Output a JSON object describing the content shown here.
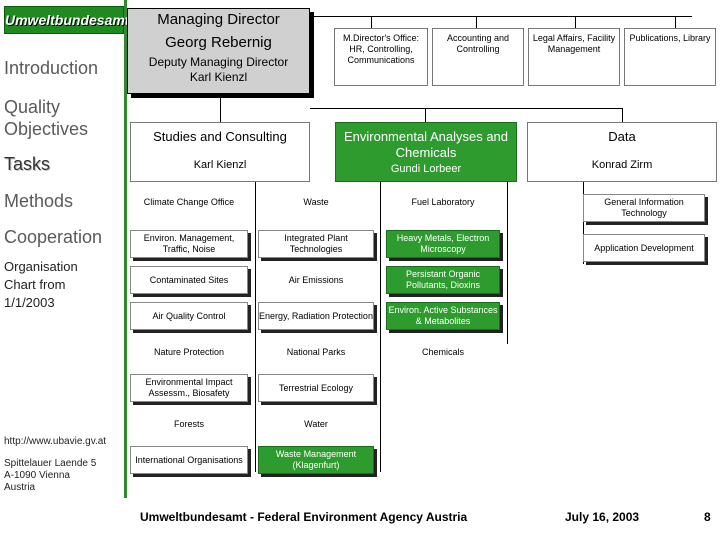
{
  "sidebar": {
    "logo": "Umweltbundesamt",
    "nav": [
      "Introduction",
      "Quality Objectives",
      "Tasks",
      "Methods",
      "Cooperation"
    ],
    "active": "Tasks",
    "note": [
      "Organisation",
      "Chart from",
      "1/1/2003"
    ],
    "url": "http://www.ubavie.gv.at",
    "address": [
      "Spittelauer Laende 5",
      "A-1090 Vienna",
      "Austria"
    ]
  },
  "managing_director": {
    "title": "Managing Director",
    "name": "Georg Rebernig",
    "deputy_title": "Deputy Managing Director",
    "deputy_name": "Karl Kienzl"
  },
  "departments": [
    "M.Director's Office: HR, Controlling, Communications",
    "Accounting and Controlling",
    "Legal Affairs, Facility Management",
    "Publications, Library"
  ],
  "divisions": [
    {
      "title": "Studies and Consulting",
      "head": "Karl Kienzl",
      "highlight": false
    },
    {
      "title": "Environmental Analyses and Chemicals",
      "head": "Gundi Lorbeer",
      "highlight": true
    },
    {
      "title": "Data",
      "head": "Konrad Zirm",
      "highlight": false
    }
  ],
  "units": {
    "col1": [
      "Climate Change Office",
      "Environ. Management, Traffic, Noise",
      "Contaminated Sites",
      "Air Quality Control",
      "Nature Protection",
      "Environmental Impact Assessm., Biosafety",
      "Forests",
      "International Organisations"
    ],
    "col2": [
      "Waste",
      "Integrated Plant Technologies",
      "Air Emissions",
      "Energy, Radiation Protection",
      "National Parks",
      "Terrestrial Ecology",
      "Water",
      "Waste Management (Klagenfurt)"
    ],
    "col3": [
      "Fuel Laboratory",
      "Heavy Metals, Electron Microscopy",
      "Persistant Organic Pollutants, Dioxins",
      "Environ. Active Substances & Metabolites",
      "Chemicals"
    ],
    "col4": [
      "General Information Technology",
      "Application Development"
    ]
  },
  "footer": {
    "org": "Umweltbundesamt - Federal Environment Agency Austria",
    "date": "July 16, 2003",
    "page": "8"
  },
  "colors": {
    "accent": "#2e9b2e",
    "md_fill": "#d0d0d0"
  }
}
